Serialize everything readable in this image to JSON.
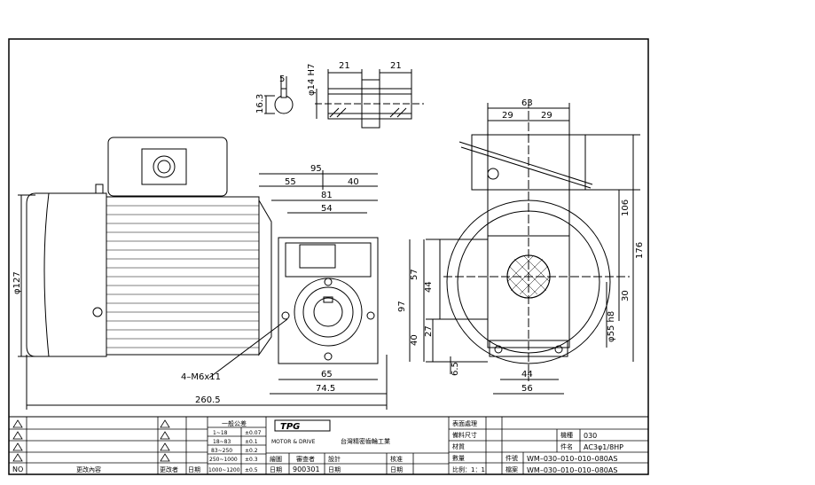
{
  "dimensions": {
    "d_shaft_tol": "φ14 H7",
    "key_w": "5",
    "key_h": "16.3",
    "shaft_left": "21",
    "shaft_right": "21",
    "motor_dia": "φ127",
    "len_95": "95",
    "len_55": "55",
    "len_40": "40",
    "len_81": "81",
    "len_54": "54",
    "len_65": "65",
    "len_74_5": "74.5",
    "len_260_5": "260.5",
    "bolt": "4–M6x11",
    "h_57": "57",
    "h_44": "44",
    "h_97": "97",
    "h_27": "27",
    "h_40": "40",
    "h_6_5": "6.5",
    "w_63": "63",
    "w_29a": "29",
    "w_29b": "29",
    "h_106": "106",
    "h_176": "176",
    "h_30": "30",
    "d_55": "φ55 h8",
    "w_44": "44",
    "w_56": "56"
  },
  "title_block": {
    "tolerance_title": "一般公差",
    "tolerance_rows": [
      {
        "range": "1~18",
        "tol": "±0.07"
      },
      {
        "range": "18~83",
        "tol": "±0.1"
      },
      {
        "range": "83~250",
        "tol": "±0.2"
      },
      {
        "range": "250~1000",
        "tol": "±0.3"
      },
      {
        "range": "1000~1200",
        "tol": "±0.5"
      }
    ],
    "col_no": "NO",
    "col_content": "更改內容",
    "col_by": "更改者",
    "col_date": "日期",
    "drafting": "繪圖",
    "checker": "審查者",
    "design": "設計",
    "approval": "核准",
    "date": "日期",
    "date_value": "900301",
    "date2": "日期",
    "date3": "日期",
    "company_brand": "MOTOR & DRIVE",
    "company_name": "台灣精密齒輪工業",
    "surface": "表面處理",
    "material_size": "備料尺寸",
    "material": "材質",
    "quantity": "數量",
    "scale_label": "比例：1：1",
    "model_label": "機種",
    "model": "030",
    "part_label": "件名",
    "part": "AC3φ1/8HP",
    "partno_label": "件號",
    "partno": "WM–030–010–010–080AS",
    "file_label": "檔案",
    "file": "WM–030–010–010–080AS"
  }
}
